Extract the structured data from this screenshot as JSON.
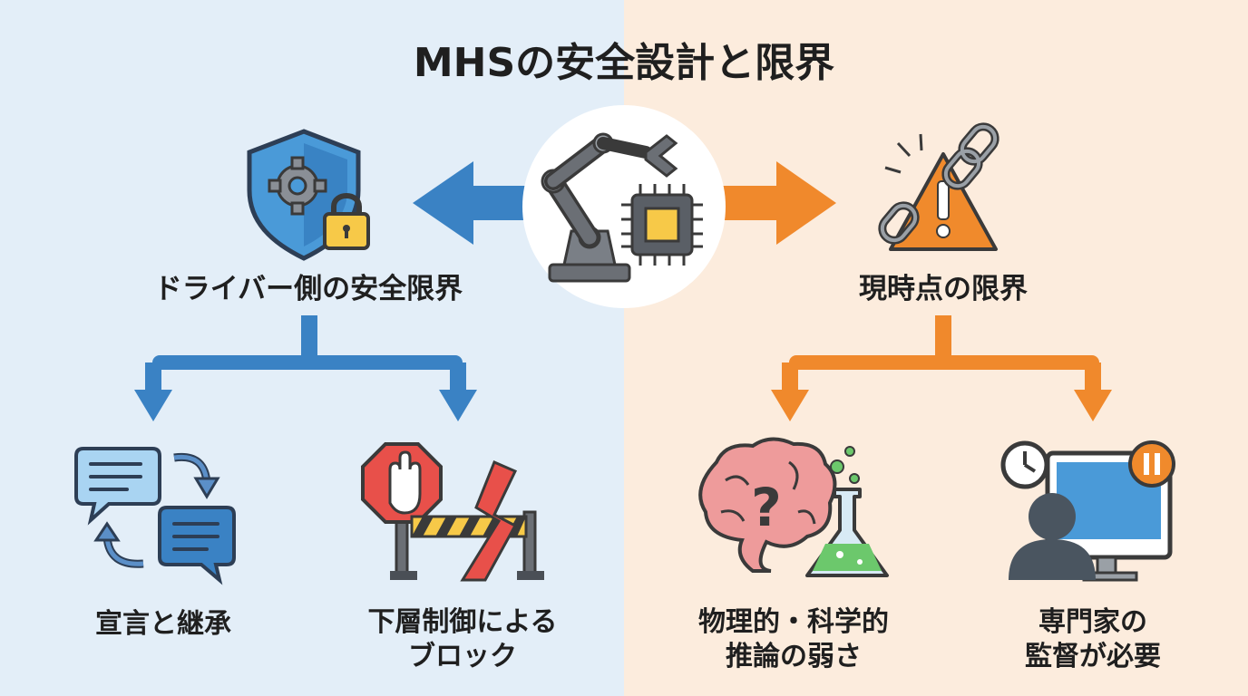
{
  "colors": {
    "left_bg": "#e3eef8",
    "right_bg": "#fcecdd",
    "blue": "#3a82c4",
    "orange": "#f0892c",
    "outline": "#3a3a3a",
    "gear_grey": "#6b6f75",
    "chip_yellow": "#f7c948",
    "warn_orange": "#f08a2c",
    "stop_red": "#e8504a",
    "brain_pink": "#ee9b9b",
    "flask_green": "#6cc86c",
    "monitor_blue": "#4a9ad8",
    "person_grey": "#4a5560"
  },
  "title": "MHSの安全設計と限界",
  "center": {
    "icon": "robot-arm-chip-icon"
  },
  "left": {
    "heading": "ドライバー側の安全限界",
    "icon": "shield-gear-lock-icon",
    "children": [
      {
        "label": "宣言と継承",
        "icon": "chat-exchange-icon"
      },
      {
        "label_lines": [
          "下層制御による",
          "ブロック"
        ],
        "icon": "stop-barrier-icon"
      }
    ]
  },
  "right": {
    "heading": "現時点の限界",
    "icon": "broken-chain-warning-icon",
    "children": [
      {
        "label_lines": [
          "物理的・科学的",
          "推論の弱さ"
        ],
        "icon": "brain-flask-icon"
      },
      {
        "label_lines": [
          "専門家の",
          "監督が必要"
        ],
        "icon": "expert-monitor-icon"
      }
    ]
  }
}
